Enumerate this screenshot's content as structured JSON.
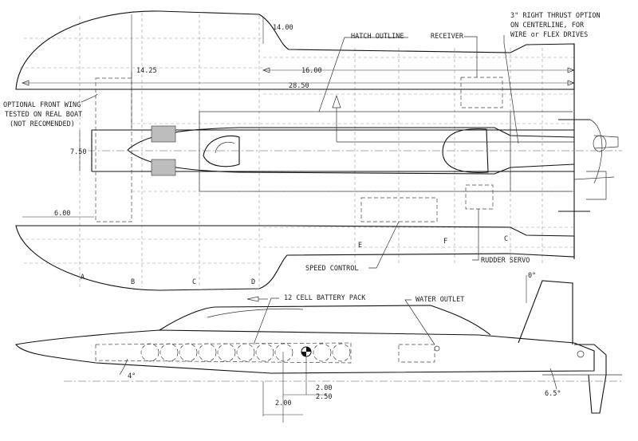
{
  "top_view": {
    "dimensions": {
      "hull_length_top": "14.00",
      "width_overall": "14.25",
      "deck_length": "16.00",
      "overall_length": "28.50",
      "center_width": "7.50",
      "sponson_offset": "6.00"
    },
    "callouts": {
      "hatch_outline": "HATCH OUTLINE",
      "receiver": "RECEIVER",
      "thrust_line1": "3\" RIGHT THRUST OPTION",
      "thrust_line2": "ON CENTERLINE, FOR",
      "thrust_line3": "WIRE or FLEX DRIVES",
      "front_wing_line1": "OPTIONAL FRONT WING",
      "front_wing_line2": "TESTED ON REAL BOAT",
      "front_wing_line3": "(NOT RECOMENDED)",
      "speed_control": "SPEED CONTROL",
      "rudder_servo": "RUDDER SERVO"
    },
    "stations": [
      "A",
      "B",
      "C",
      "D",
      "E",
      "F",
      "C"
    ]
  },
  "side_view": {
    "callouts": {
      "battery_pack": "12 CELL BATTERY PACK",
      "water_outlet": "WATER OUTLET"
    },
    "dimensions": {
      "fin_angle": "0°",
      "bow_angle": "4°",
      "stern_angle": "6.5°",
      "cg_depth": "2.00",
      "cg_offset1": "2.00",
      "cg_offset2": "2.50"
    }
  }
}
